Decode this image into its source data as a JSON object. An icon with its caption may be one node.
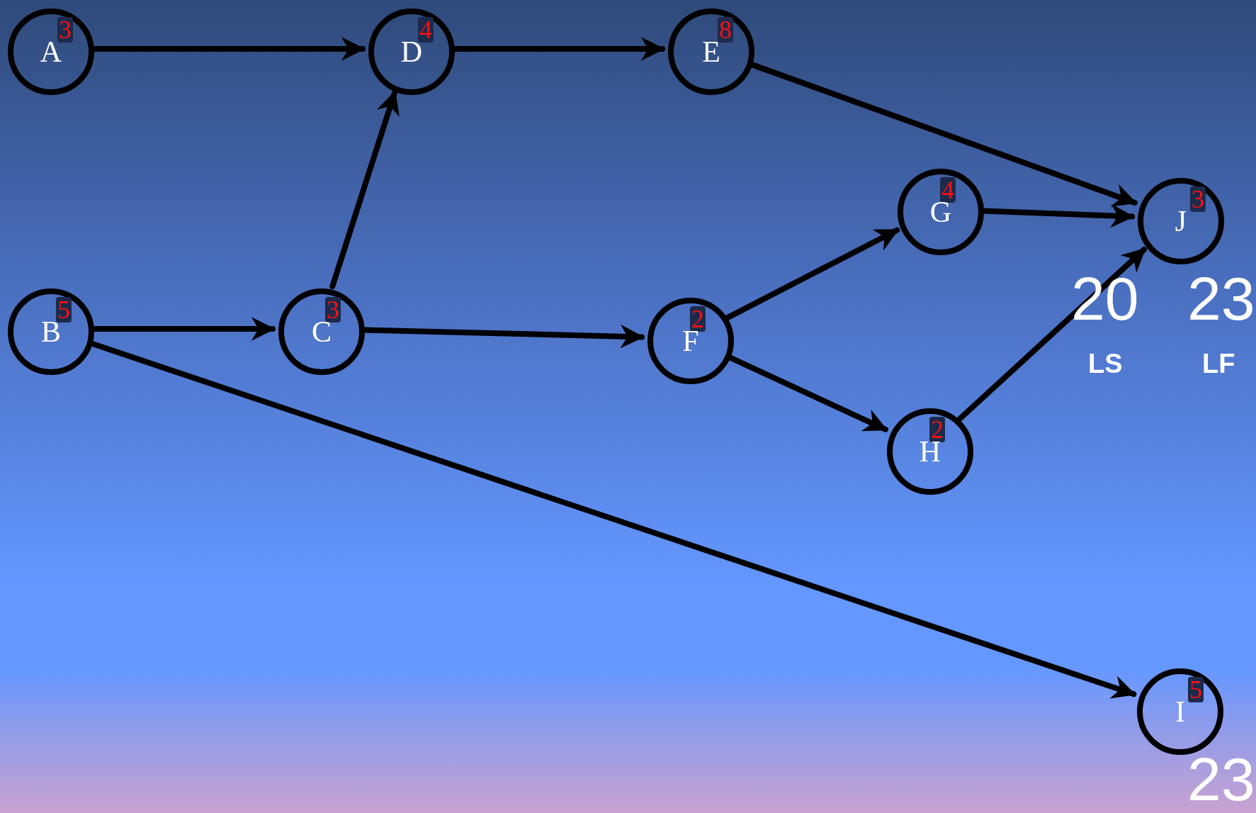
{
  "diagram": {
    "nodes": [
      {
        "text": [
          "3",
          "A"
        ]
      },
      {
        "text": [
          "4",
          "D"
        ]
      },
      {
        "text": [
          "8",
          "E"
        ]
      },
      {
        "text": [
          "4",
          "G"
        ]
      },
      {
        "text": [
          "3",
          "J"
        ]
      },
      {
        "text": [
          "5",
          "B"
        ]
      },
      {
        "text": [
          "3",
          "C"
        ]
      },
      {
        "text": [
          "2",
          "F"
        ]
      },
      {
        "text": [
          "2",
          "H"
        ]
      },
      {
        "text": [
          "5",
          "I"
        ]
      }
    ],
    "edges": [
      {
        "from": 0,
        "to": 1,
        "arrow": "to"
      },
      {
        "from": 1,
        "to": 2,
        "arrow": "to"
      },
      {
        "from": 2,
        "to": 4,
        "arrow": "to"
      },
      {
        "from": 6,
        "to": 1,
        "arrow": "to"
      },
      {
        "from": 5,
        "to": 6,
        "arrow": "to"
      },
      {
        "from": 5,
        "to": 9,
        "arrow": "to"
      },
      {
        "from": 6,
        "to": 7,
        "arrow": "to"
      },
      {
        "from": 7,
        "to": 3,
        "arrow": "to"
      },
      {
        "from": 7,
        "to": 8,
        "arrow": "to"
      },
      {
        "from": 3,
        "to": 4,
        "arrow": "to"
      },
      {
        "from": 8,
        "to": 4,
        "arrow": "to"
      }
    ],
    "labels": [
      "20",
      "23",
      "LS",
      "LF",
      "23"
    ]
  }
}
